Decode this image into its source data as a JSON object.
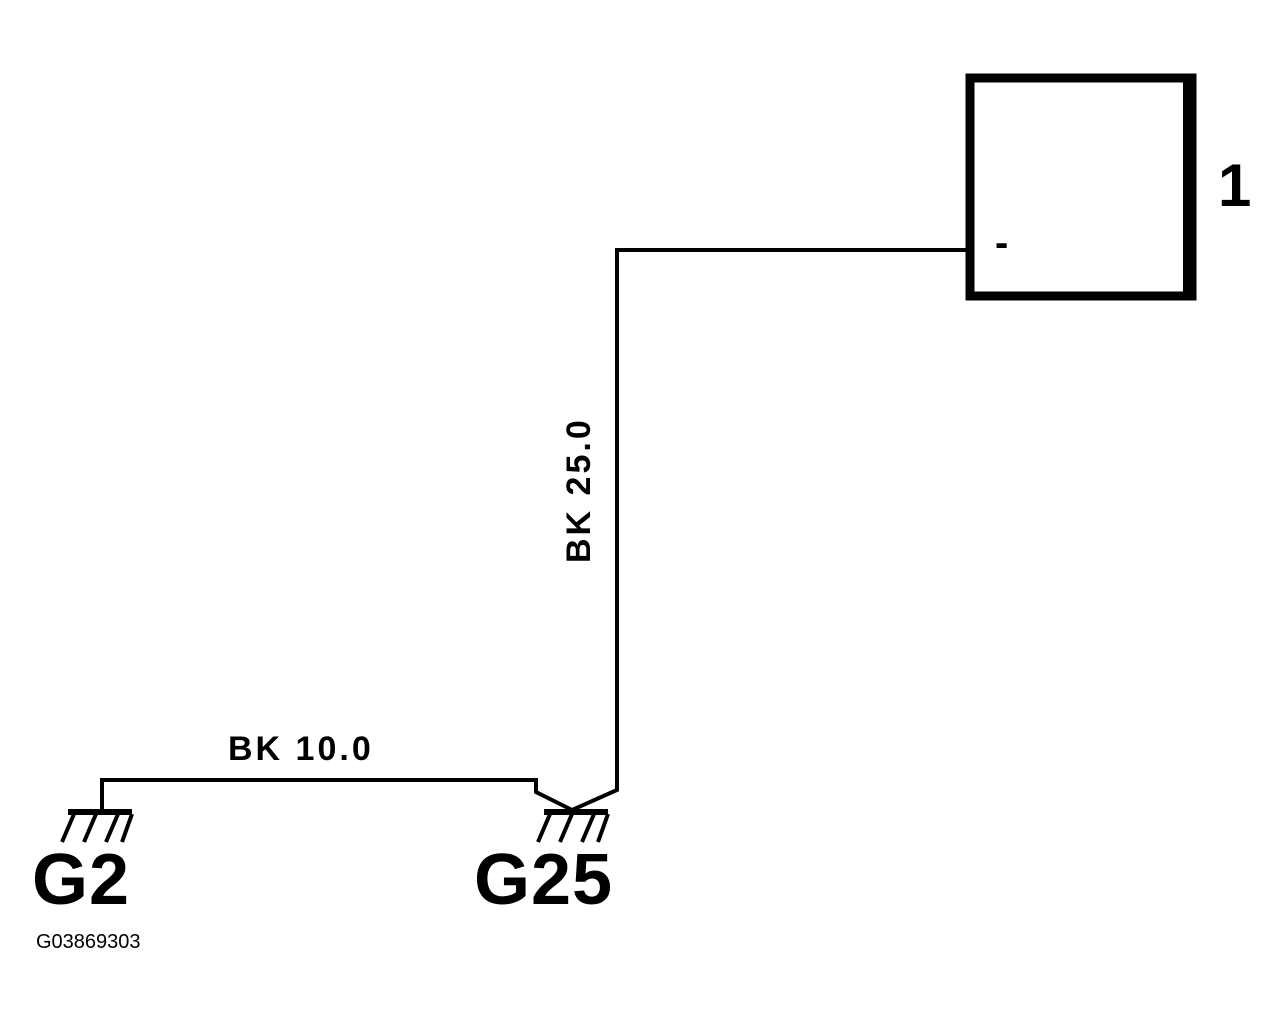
{
  "component": {
    "label": "1",
    "pin_label": "-"
  },
  "wires": {
    "vertical": "BK  25.0",
    "horizontal": "BK  10.0"
  },
  "grounds": {
    "left": "G2",
    "right": "G25"
  },
  "figure_id": "G03869303",
  "colors": {
    "line": "#000000",
    "background": "#ffffff"
  }
}
